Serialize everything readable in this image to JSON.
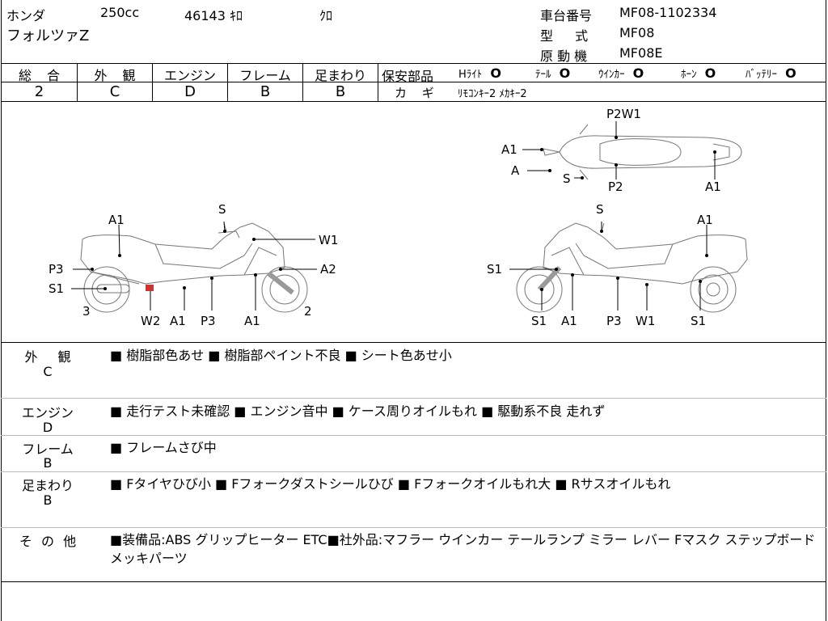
{
  "header": {
    "maker": "ホンダ",
    "displacement": "250cc",
    "mileage": "46143 ｷﾛ",
    "color": "ｸﾛ",
    "model_name": "フォルツァZ",
    "chassis_label": "車台番号",
    "chassis_value": "MF08-1102334",
    "type_label": "型 式",
    "type_value": "MF08",
    "engine_label": "原 動 機",
    "engine_value": "MF08E"
  },
  "grades": [
    {
      "label": "総 合",
      "value": "2"
    },
    {
      "label": "外 観",
      "value": "C"
    },
    {
      "label": "エンジン",
      "value": "D"
    },
    {
      "label": "フレーム",
      "value": "B"
    },
    {
      "label": "足まわり",
      "value": "B"
    }
  ],
  "safety": {
    "label": "保安部品",
    "items": [
      {
        "name": "Hﾗｲﾄ",
        "mark": "O"
      },
      {
        "name": "ﾃｰﾙ",
        "mark": "O"
      },
      {
        "name": "ｳｲﾝｶｰ",
        "mark": "O"
      },
      {
        "name": "ﾎｰﾝ",
        "mark": "O"
      },
      {
        "name": "ﾊﾞｯﾃﾘｰ",
        "mark": "O"
      }
    ]
  },
  "keys": {
    "label": "カ ギ",
    "value": "ﾘﾓｺﾝｷｰ2 ﾒｶｷｰ2"
  },
  "diagram": {
    "side_left_labels": {
      "s": "S",
      "a1_top": "A1",
      "w1": "W1",
      "p3_left": "P3",
      "a2": "A2",
      "s1": "S1",
      "n3": "3",
      "n2": "2",
      "w2": "W2",
      "a1_b1": "A1",
      "p3_b": "P3",
      "a1_b2": "A1"
    },
    "side_right_labels": {
      "s": "S",
      "a1_top": "A1",
      "s1_left": "S1",
      "s1_b1": "S1",
      "a1_b": "A1",
      "p3_b": "P3",
      "w1_b": "W1",
      "s1_b2": "S1"
    },
    "top_labels": {
      "p2w1": "P2W1",
      "a1_left": "A1",
      "a": "A",
      "s": "S",
      "p2": "P2",
      "a1_right": "A1"
    }
  },
  "remarks": [
    {
      "cat": "外 観",
      "grade": "C",
      "text": "■ 樹脂部色あせ ■ 樹脂部ペイント不良 ■ シート色あせ小"
    },
    {
      "cat": "エンジン",
      "grade": "D",
      "text": "■ 走行テスト未確認 ■ エンジン音中 ■ ケース周りオイルもれ ■ 駆動系不良 走れず"
    },
    {
      "cat": "フレーム",
      "grade": "B",
      "text": "■ フレームさび中"
    },
    {
      "cat": "足まわり",
      "grade": "B",
      "text": "■ Fタイヤひび小 ■ Fフォークダストシールひび ■ Fフォークオイルもれ大 ■ Rサスオイルもれ"
    },
    {
      "cat": "そ の 他",
      "grade": "",
      "text": "■装備品:ABS グリップヒーター ETC■社外品:マフラー ウインカー テールランプ ミラー レバー Fマスク ステップボード メッキパーツ"
    }
  ]
}
